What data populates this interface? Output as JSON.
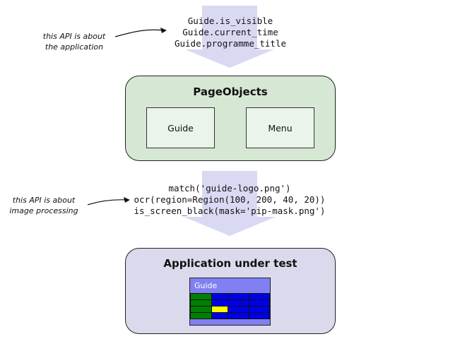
{
  "top_api": {
    "lines": [
      "Guide.is_visible",
      "Guide.current_time",
      "Guide.programme_title"
    ],
    "note": [
      "this API is about",
      "the application"
    ]
  },
  "page_objects": {
    "title": "PageObjects",
    "items": [
      "Guide",
      "Menu"
    ]
  },
  "bottom_api": {
    "lines": [
      "match('guide-logo.png')",
      "ocr(region=Region(100, 200, 40, 20))",
      "is_screen_black(mask='pip-mask.png')"
    ],
    "note": [
      "this API is about",
      "image processing"
    ]
  },
  "app_under_test": {
    "title": "Application under test",
    "screen_header": "Guide"
  },
  "colors": {
    "page_objects_fill": "#d6e8d4",
    "app_fill": "#dbdaed",
    "arrow_fill": "#d9d9f4",
    "epg_green": "#008000",
    "epg_blue": "#0000e6",
    "epg_header": "#8080f2",
    "epg_highlight": "#ffff00"
  }
}
